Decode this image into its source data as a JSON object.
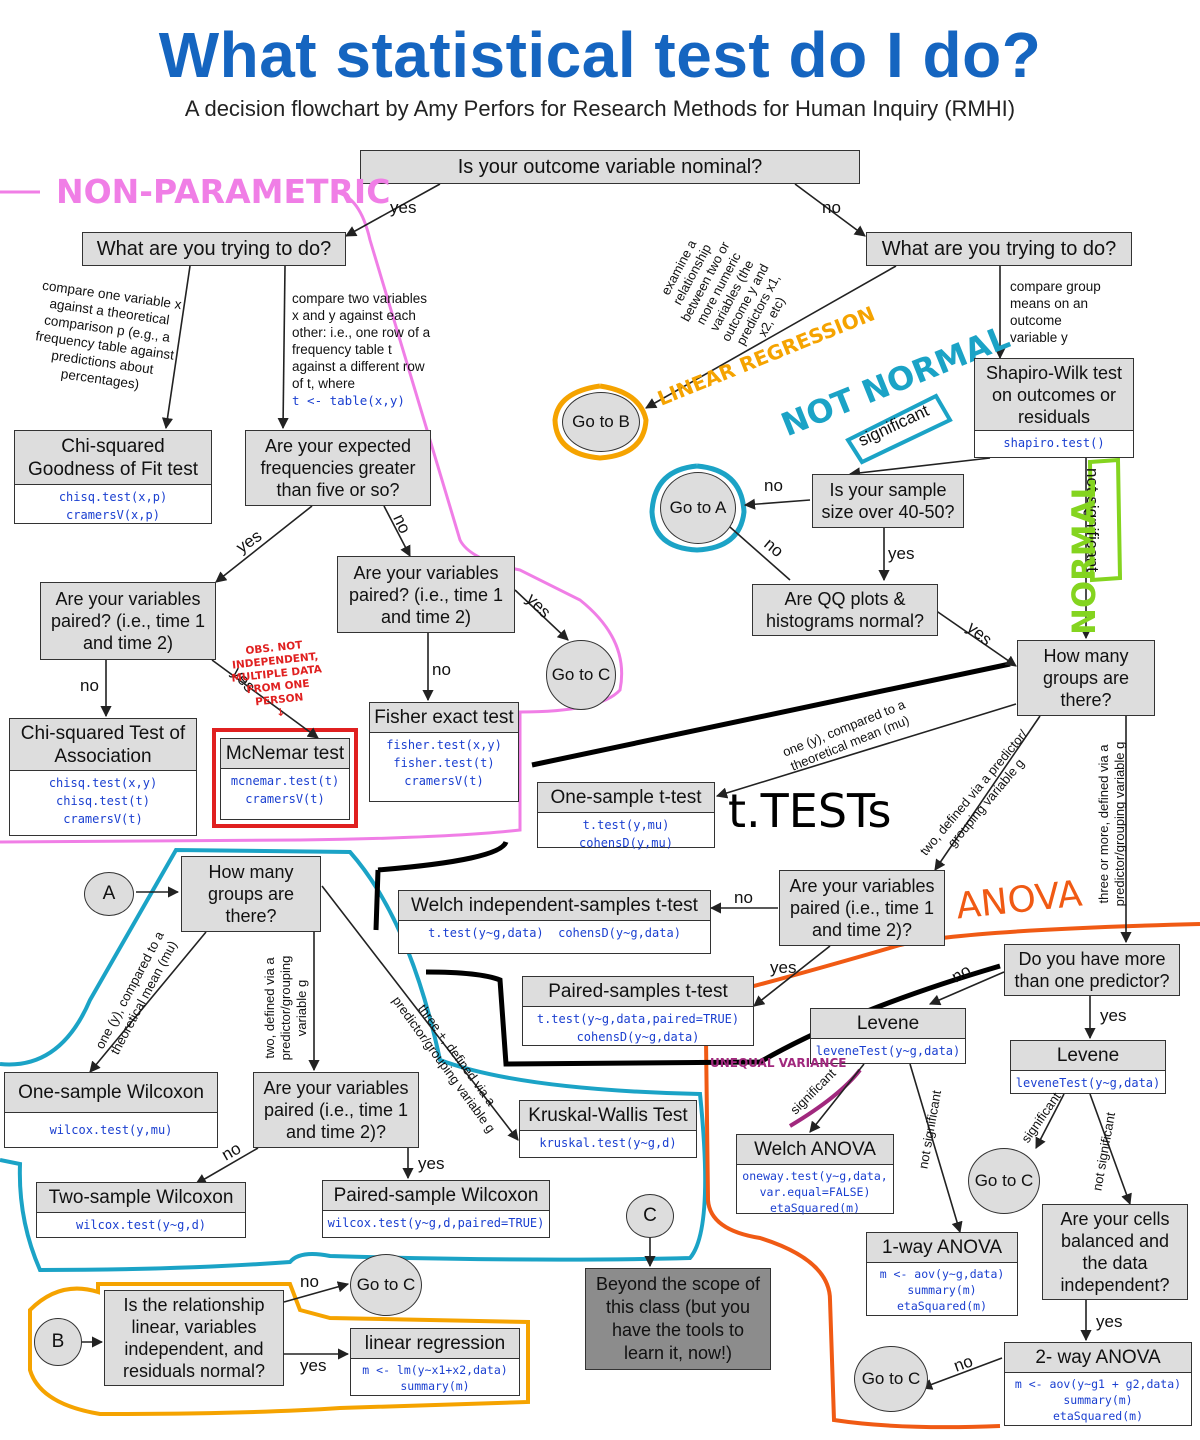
{
  "header": {
    "title": "What statistical test do I do?",
    "subtitle": "A decision flowchart by Amy Perfors for Research Methods for Human Inquiry (RMHI)"
  },
  "colors": {
    "title": "#1565c0",
    "code": "#1a3fd0",
    "nonparametric": "#f07ee6",
    "linear": "#f5a300",
    "not_normal": "#1ba3c6",
    "normal": "#84d41f",
    "anova": "#f05a14",
    "mcnemar": "#e02020",
    "welch_anova": "#a1287e",
    "ttests": "#000000",
    "box_fill": "#dddddd",
    "dark_fill": "#8c8c8c"
  },
  "annotations": {
    "nonparametric": "NON-PARAMETRIC",
    "linear_regression": "LINEAR REGRESSION",
    "not_normal": "NOT NORMAL",
    "normal": "NORMAL",
    "t_tests": "t.TESTs",
    "anova": "ANOVA",
    "unequal_variance": "UNEQUAL VARIANCE",
    "obs_not_independent": [
      "OBS. NOT",
      "INDEPENDENT,",
      "MULTIPLE DATA",
      "FROM ONE",
      "PERSON",
      "↓"
    ]
  },
  "nodes": {
    "q_nominal": "Is your outcome variable nominal?",
    "q_do_left": "What are you trying to do?",
    "q_do_right": "What are you trying to do?",
    "q_expected": "Are your expected frequencies greater than five or so?",
    "q_paired_a": "Are your variables paired? (i.e., time 1 and time 2)",
    "q_paired_b": "Are your variables paired? (i.e., time 1 and time 2)",
    "q_sample": "Is your sample size over 40-50?",
    "q_qq": "Are QQ plots & histograms normal?",
    "q_groups_right": "How many groups are there?",
    "q_paired_t": "Are your variables paired (i.e., time 1 and time 2)?",
    "q_predictor": "Do you have more than one predictor?",
    "q_groups_np": "How many groups are there?",
    "q_paired_np": "Are your variables paired (i.e., time 1 and time 2)?",
    "q_balanced": "Are your cells balanced and the data independent?",
    "q_linear": "Is the relationship linear, variables independent, and residuals normal?",
    "beyond": "Beyond the scope of this class (but you have the tools to learn it, now!)"
  },
  "tests": {
    "chi_gof": {
      "title": "Chi-squared Goodness of Fit test",
      "code": [
        "chisq.test(x,p)",
        "cramersV(x,p)"
      ]
    },
    "chi_assoc": {
      "title": "Chi-squared Test of Association",
      "code": [
        "chisq.test(x,y)",
        "chisq.test(t)",
        "cramersV(t)"
      ]
    },
    "mcnemar": {
      "title": "McNemar test",
      "code": [
        "mcnemar.test(t)",
        "cramersV(t)"
      ]
    },
    "fisher": {
      "title": "Fisher exact test",
      "code": [
        "fisher.test(x,y)",
        "fisher.test(t)",
        "cramersV(t)"
      ]
    },
    "shapiro": {
      "title": "Shapiro-Wilk test on outcomes or residuals",
      "code": [
        "shapiro.test()"
      ]
    },
    "one_t": {
      "title": "One-sample t-test",
      "code": [
        "t.test(y,mu)",
        "cohensD(y,mu)"
      ]
    },
    "welch_t": {
      "title": "Welch independent-samples t-test",
      "code": [
        "t.test(y~g,data)  cohensD(y~g,data)"
      ]
    },
    "paired_t": {
      "title": "Paired-samples t-test",
      "code": [
        "t.test(y~g,data,paired=TRUE)",
        "cohensD(y~g,data)"
      ]
    },
    "levene_a": {
      "title": "Levene",
      "code": [
        "leveneTest(y~g,data)"
      ]
    },
    "levene_b": {
      "title": "Levene",
      "code": [
        "leveneTest(y~g,data)"
      ]
    },
    "welch_anova": {
      "title": "Welch ANOVA",
      "code": [
        "oneway.test(y~g,data,",
        "var.equal=FALSE)",
        "etaSquared(m)"
      ]
    },
    "oneway_anova": {
      "title": "1-way ANOVA",
      "code": [
        "m <- aov(y~g,data)",
        "summary(m)",
        "etaSquared(m)"
      ]
    },
    "twoway_anova": {
      "title": "2- way ANOVA",
      "code": [
        "m <- aov(y~g1 + g2,data)",
        "summary(m)",
        "etaSquared(m)"
      ]
    },
    "one_wilcox": {
      "title": "One-sample Wilcoxon",
      "code": [
        "wilcox.test(y,mu)"
      ]
    },
    "two_wilcox": {
      "title": "Two-sample Wilcoxon",
      "code": [
        "wilcox.test(y~g,d)"
      ]
    },
    "paired_wilcox": {
      "title": "Paired-sample Wilcoxon",
      "code": [
        "wilcox.test(y~g,d,paired=TRUE)"
      ]
    },
    "kruskal": {
      "title": "Kruskal-Wallis Test",
      "code": [
        "kruskal.test(y~g,d)"
      ]
    },
    "linreg": {
      "title": "linear regression",
      "code": [
        "m <- lm(y~x1+x2,data)",
        "summary(m)"
      ]
    }
  },
  "circles": {
    "go_b": "Go to B",
    "go_a": "Go to A",
    "go_c1": "Go to C",
    "go_c2": "Go to C",
    "go_c3": "Go to C",
    "go_c4": "Go to C",
    "a": "A",
    "b": "B",
    "c": "C"
  },
  "edge_labels": {
    "yes": "yes",
    "no": "no",
    "significant": "significant",
    "not_significant": "not significant"
  },
  "notes": {
    "compare_one": "compare one variable x against a theoretical comparison p (e.g., a frequency table against predictions about percentages)",
    "compare_two": [
      "compare two variables",
      "x and y against each",
      "other: i.e., one row of a",
      "frequency table t",
      "against a different row",
      "of t, where"
    ],
    "compare_two_code": "t <- table(x,y)",
    "examine": [
      "examine a",
      "relationship",
      "between two or",
      "more numeric",
      "variables (the",
      "outcome y and",
      "predictors x1,",
      "x2, etc)"
    ],
    "compare_group": [
      "compare group",
      "means on an",
      "outcome",
      "variable y"
    ],
    "one_mu": [
      "one (y), compared to a",
      "theoretical mean (mu)"
    ],
    "two_g": [
      "two, defined via a predictor/",
      "grouping variable g"
    ],
    "three_g": [
      "three or more, defined via a",
      "predictor/grouping variable g"
    ],
    "np_one": [
      "one (y), compared to a",
      "theoretical mean (mu)"
    ],
    "np_two": [
      "two, defined via a",
      "predictor/grouping",
      "variable g"
    ],
    "np_three": [
      "three +, defined via a",
      "predictor/grouping variable g"
    ]
  }
}
